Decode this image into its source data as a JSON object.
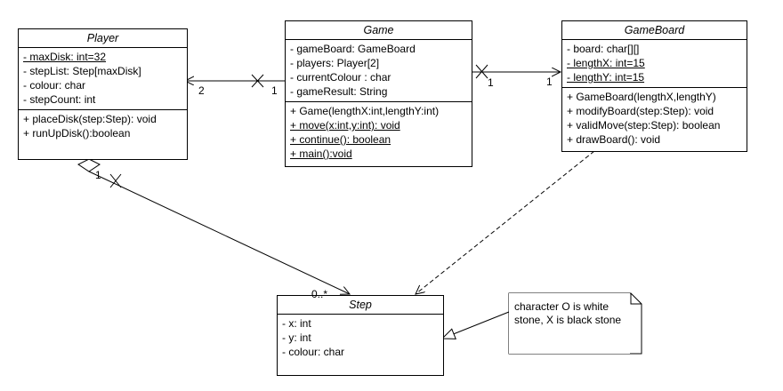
{
  "classes": {
    "player": {
      "name": "Player",
      "attributes": [
        "- maxDisk: int=32",
        "- stepList: Step[maxDisk]",
        "- colour: char",
        "- stepCount: int"
      ],
      "operations": [
        "+ placeDisk(step:Step): void",
        "+ runUpDisk():boolean"
      ]
    },
    "game": {
      "name": "Game",
      "attributes": [
        "- gameBoard: GameBoard",
        "- players: Player[2]",
        "- currentColour : char",
        "- gameResult: String"
      ],
      "operations": [
        "+ Game(lengthX:int,lengthY:int)",
        "+ move(x:int,y:int): void",
        "+ continue(): boolean",
        "+ main():void"
      ]
    },
    "gameboard": {
      "name": "GameBoard",
      "attributes": [
        "- board: char[][]",
        "- lengthX: int=15",
        "- lengthY: int=15"
      ],
      "operations": [
        "+ GameBoard(lengthX,lengthY)",
        "+ modifyBoard(step:Step): void",
        "+ validMove(step:Step): boolean",
        "+ drawBoard(): void"
      ]
    },
    "step": {
      "name": "Step",
      "attributes": [
        "- x: int",
        "- y: int",
        "- colour: char"
      ],
      "operations": []
    }
  },
  "note": {
    "text": "character O is white stone, X is black stone"
  },
  "multiplicities": {
    "game_player_at_player": "2",
    "game_player_at_game": "1",
    "game_board_at_game": "1",
    "game_board_at_board": "1",
    "player_step_at_player": "1",
    "player_step_at_step": "0..*"
  }
}
